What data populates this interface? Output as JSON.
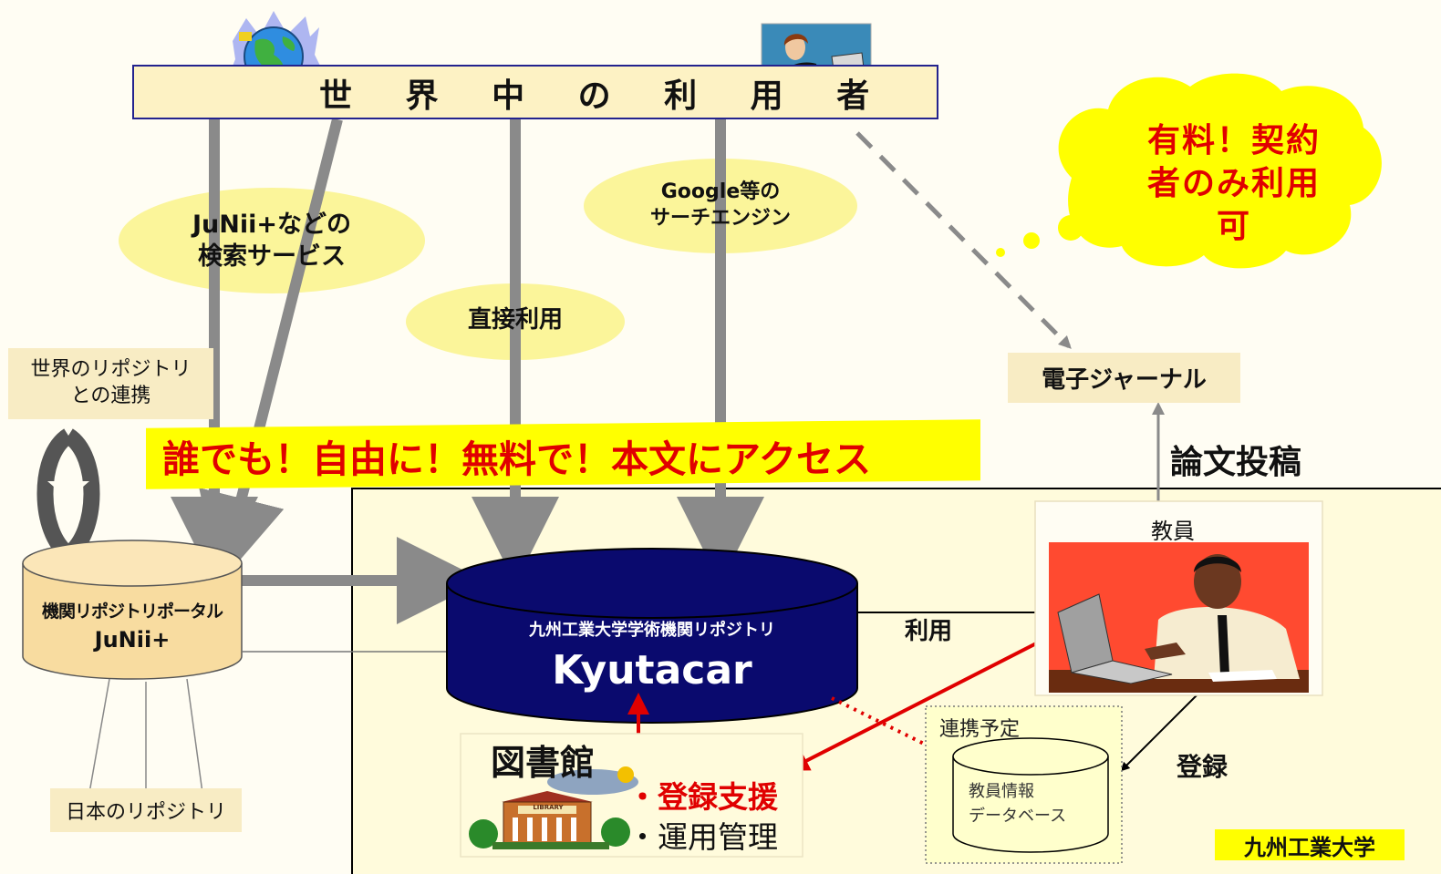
{
  "top": {
    "users_label": "世 界 中 の 利 用 者"
  },
  "ellipses": {
    "junii_search": [
      "JuNii+などの",
      "検索サービス"
    ],
    "direct_use": "直接利用",
    "search_engine": [
      "Google等の",
      "サーチエンジン"
    ]
  },
  "bubble": {
    "paid_lines": [
      "有料！契約",
      "者のみ利用",
      "可"
    ]
  },
  "boxes": {
    "world_repo": [
      "世界のリポジトリ",
      "との連携"
    ],
    "ejournal": "電子ジャーナル",
    "japan_repo": "日本のリポジトリ",
    "faculty": "教員",
    "collab_planned": "連携予定",
    "faculty_db": [
      "教員情報",
      "データベース"
    ],
    "university": "九州工業大学"
  },
  "banner": {
    "open_access": "誰でも！自由に！無料で！本文にアクセス"
  },
  "portal": {
    "title": "機関リポジトリポータル",
    "name": "JuNii+"
  },
  "repository": {
    "title": "九州工業大学学術機関リポジトリ",
    "name": "Kyutacar"
  },
  "labels": {
    "paper_submission": "論文投稿",
    "use": "利用",
    "register": "登録",
    "library": "図書館",
    "reg_support": "・登録支援",
    "operation": "・運用管理",
    "library_sign": "LIBRARY"
  },
  "colors": {
    "navy": "#0a0a6e",
    "red": "#e00000",
    "beige": "#f8ecc4",
    "yellow": "#ffff00",
    "gray_arrow": "#8a8a8a"
  },
  "icons": [
    "globe-icon",
    "user-at-laptop-icon",
    "businessman-at-laptop-icon",
    "library-building-icon",
    "sync-arrows-icon"
  ]
}
